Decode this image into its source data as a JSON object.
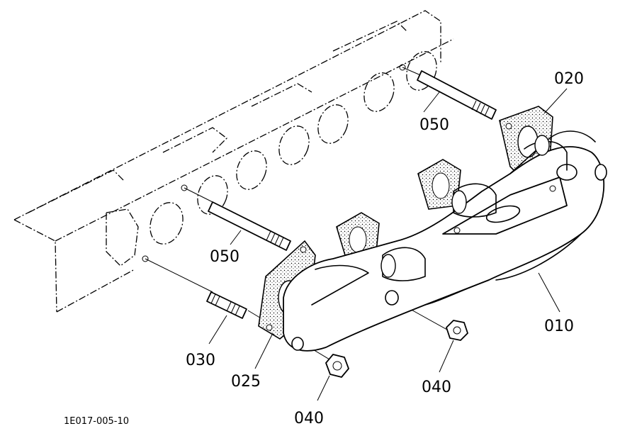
{
  "callouts": {
    "manifold": "010",
    "gasket_front": "020",
    "gasket_rear": "025",
    "stud_short": "030",
    "nut_front": "040",
    "nut_rear": "040",
    "stud_upper": "050",
    "stud_lower": "050"
  },
  "figure_code": "1E017-005-10"
}
